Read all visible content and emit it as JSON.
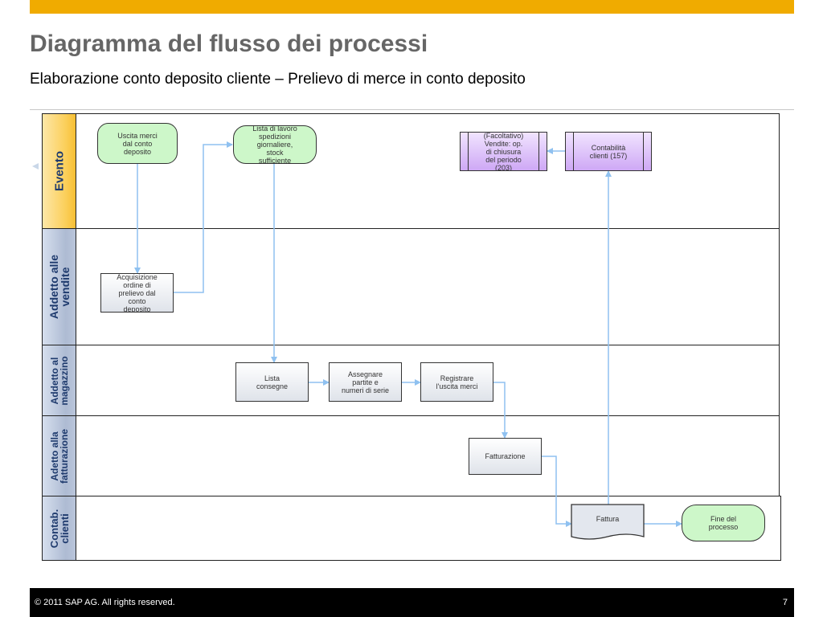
{
  "slide": {
    "title": "Diagramma del flusso dei processi",
    "subtitle": "Elaborazione conto deposito cliente – Prelievo di merce in conto deposito",
    "footer_copyright": "©  2011 SAP AG. All rights reserved.",
    "page_number": "7"
  },
  "colors": {
    "accent_bar": "#f0ab00",
    "arrow": "#8fc1f0",
    "event_green": "#cdf7c9",
    "subprocess_purple": "#cea8f5"
  },
  "lanes": {
    "evento": "Evento",
    "vendite": "Addetto alle\nvendite",
    "magazzino": "Addetto al\nmagazzino",
    "fatturazione": "Adetto alla\nfatturazione",
    "contab": "Contab.\nclienti"
  },
  "nodes": {
    "uscita_merci": "Uscita merci\ndal conto\ndeposito",
    "lista_lavoro": "Lista di lavoro\nspedizioni\ngiornaliere,\nstock\nsufficiente",
    "facoltativo": "(Facoltativo)\nVendite: op.\ndi chiusura\ndel periodo\n(203)",
    "contabilita": "Contabilità\nclienti (157)",
    "acquisizione": "Acquisizione\nordine di\nprelievo dal\nconto\ndeposito",
    "lista_consegne": "Lista\nconsegne",
    "assegnare": "Assegnare\npartite e\nnumeri di serie",
    "registrare": "Registrare\nl'uscita merci",
    "fatturazione": "Fatturazione",
    "fattura": "Fattura",
    "fine": "Fine del\nprocesso"
  }
}
